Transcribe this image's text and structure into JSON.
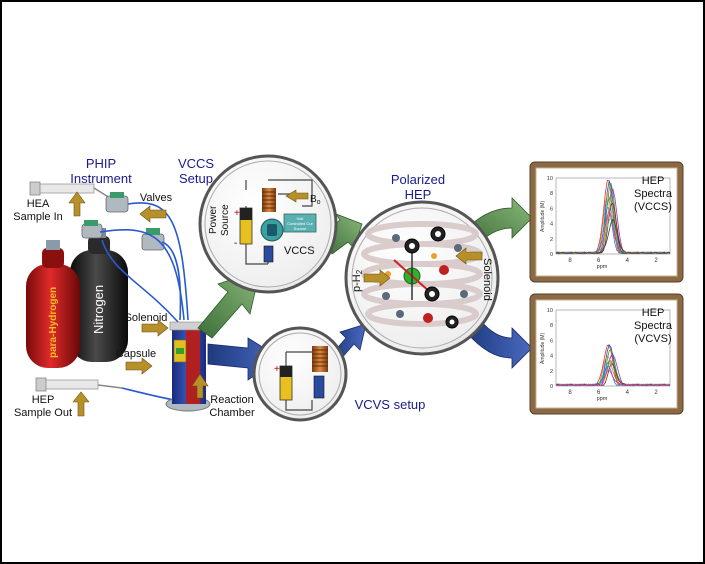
{
  "titles": {
    "phip": [
      "PHIP",
      "Instrument"
    ],
    "vccs_setup": [
      "VCCS",
      "Setup"
    ],
    "polarized": [
      "Polarized",
      "HEP"
    ],
    "vcvs_setup": "VCVS setup"
  },
  "labels": {
    "hea_sample_in": [
      "HEA",
      "Sample In"
    ],
    "valves": "Valves",
    "solenoid_left": "Solenoid",
    "capsule": "Capsule",
    "hep_sample_out": [
      "HEP",
      "Sample Out"
    ],
    "reaction_chamber": [
      "Reaction",
      "Chamber"
    ],
    "cyl_red": "para-Hydrogen",
    "cyl_black": "Nitrogen",
    "power_source": [
      "Power",
      "Source"
    ],
    "bo": "B",
    "bo_sub": "o",
    "vccs": "VCCS",
    "vccs_box": [
      "Volt",
      "Controlled Cur",
      "Source"
    ],
    "ph2": "p-H",
    "ph2_sub": "2",
    "solenoid_right": "Solenoid",
    "plus": "+",
    "minus": "-"
  },
  "spectra": [
    {
      "title": [
        "HEP",
        "Spectra",
        "(VCCS)"
      ],
      "ylabel": "Amplitude (M)",
      "yticks": [
        "10",
        "8",
        "6",
        "4",
        "2",
        "0"
      ],
      "xticks": [
        "8",
        "6",
        "4",
        "2"
      ],
      "xlabel": "ppm",
      "peak_max": [
        10,
        9.4,
        9.2,
        8.8,
        8.0,
        7.6,
        7.2,
        6.6,
        6.0,
        5.5,
        5.0,
        4.5
      ]
    },
    {
      "title": [
        "HEP",
        "Spectra",
        "(VCVS)"
      ],
      "ylabel": "Amplitude (M)",
      "yticks": [
        "10",
        "8",
        "6",
        "4",
        "2",
        "0"
      ],
      "xticks": [
        "8",
        "6",
        "4",
        "2"
      ],
      "xlabel": "ppm",
      "peak_max": [
        5.6,
        5.2,
        4.8,
        4.4,
        4.0,
        3.6,
        3.2,
        2.8,
        2.4,
        2.0
      ]
    }
  ],
  "colors": {
    "title_blue": "#1a1a8c",
    "green_arrow": "#5a8a4a",
    "blue_arrow": "#2a4a9a",
    "frame_brown": "#8a6a45",
    "cyl_red": "#c41a1a",
    "cyl_black": "#1e1e1e",
    "tube_blue": "#2a5ad0",
    "gold_arrow": "#b8902a"
  },
  "series_colors": [
    "#e03030",
    "#2050c0",
    "#30a030",
    "#a030c0",
    "#e08020",
    "#20a0a0",
    "#c0c020",
    "#802020",
    "#2080e0",
    "#e030a0",
    "#60c060",
    "#404040"
  ]
}
